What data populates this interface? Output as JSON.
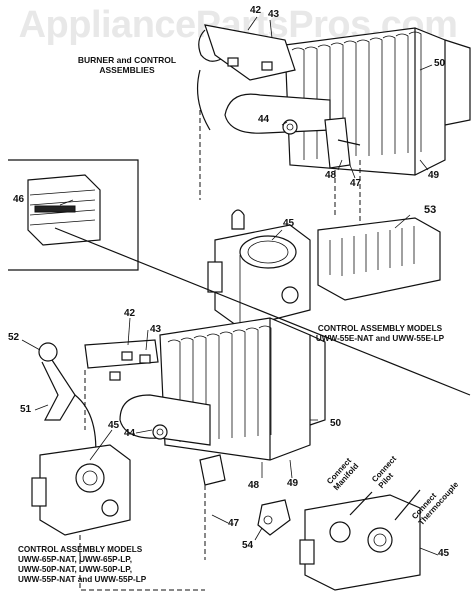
{
  "watermark": "AppliancePartsPros.com",
  "headings": {
    "burner_control_line1": "BURNER and CONTROL",
    "burner_control_line2": "ASSEMBLIES"
  },
  "captions": {
    "upper_line1": "CONTROL ASSEMBLY MODELS",
    "upper_line2": "UWW-55E-NAT and UWW-55E-LP",
    "lower_line1": "CONTROL ASSEMBLY MODELS",
    "lower_line2": "UWW-65P-NAT, UWW-65P-LP,",
    "lower_line3": "UWW-50P-NAT, UWW-50P-LP,",
    "lower_line4": "UWW-55P-NAT and UWW-55P-LP"
  },
  "connections": {
    "manifold_1": "Connect",
    "manifold_2": "Manifold",
    "pilot_1": "Connect",
    "pilot_2": "Pilot",
    "thermo_1": "Connect",
    "thermo_2": "Thermocouple"
  },
  "callouts": {
    "c42_top": "42",
    "c43_top": "43",
    "c50_top": "50",
    "c44_top": "44",
    "c48_top": "48",
    "c47_top": "47",
    "c49_top": "49",
    "c46": "46",
    "c53": "53",
    "c45_top": "45",
    "c52": "52",
    "c42_bot": "42",
    "c43_bot": "43",
    "c51": "51",
    "c45_bot": "45",
    "c44_bot": "44",
    "c50_bot": "50",
    "c48_bot": "48",
    "c49_bot": "49",
    "c47_bot": "47",
    "c54": "54",
    "c45_right": "45"
  }
}
